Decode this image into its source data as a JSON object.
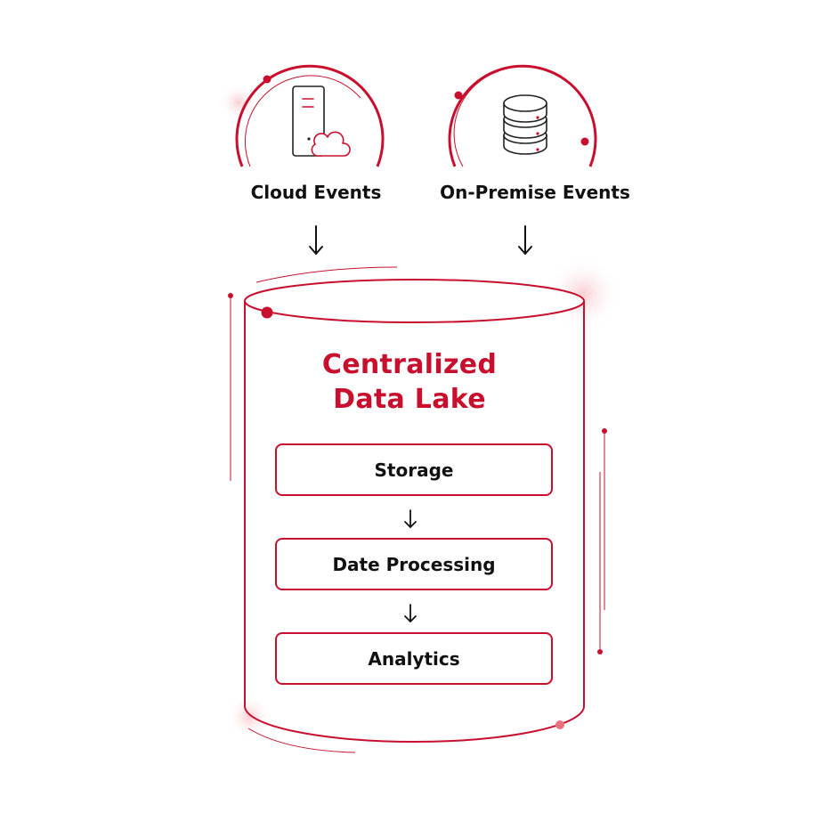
{
  "colors": {
    "accent": "#c8102e",
    "accent_soft": "#f3c4c9",
    "text": "#111111",
    "icon_stroke": "#222222"
  },
  "sources": [
    {
      "label": "Cloud Events",
      "icon": "server-cloud-icon"
    },
    {
      "label": "On-Premise Events",
      "icon": "database-icon"
    }
  ],
  "data_lake": {
    "title_line1": "Centralized",
    "title_line2": "Data Lake"
  },
  "stages": [
    {
      "label": "Storage"
    },
    {
      "label": "Date Processing"
    },
    {
      "label": "Analytics"
    }
  ]
}
